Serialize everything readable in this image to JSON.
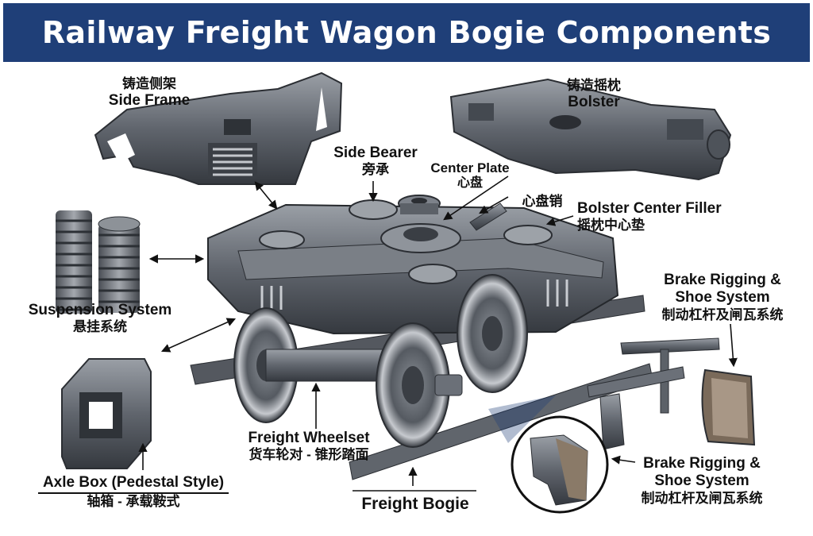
{
  "title": "Railway Freight Wagon Bogie Components",
  "labels": {
    "side_frame": {
      "zh": "铸造侧架",
      "en": "Side Frame"
    },
    "bolster": {
      "zh": "铸造摇枕",
      "en": "Bolster"
    },
    "side_bearer": {
      "en": "Side Bearer",
      "zh": "旁承"
    },
    "center_plate": {
      "en": "Center Plate",
      "zh": "心盘"
    },
    "center_pin": {
      "zh": "心盘销"
    },
    "bolster_center_filler": {
      "en": "Bolster Center Filler",
      "zh": "摇枕中心垫"
    },
    "suspension": {
      "en": "Suspension System",
      "zh": "悬挂系统"
    },
    "brake_upper": {
      "en1": "Brake Rigging &",
      "en2": "Shoe System",
      "zh": "制动杠杆及闸瓦系统"
    },
    "axle_box": {
      "en": "Axle Box (Pedestal Style)",
      "zh": "轴箱 - 承载鞍式"
    },
    "wheelset": {
      "en": "Freight Wheelset",
      "zh": "货车轮对 - 锥形踏面"
    },
    "bogie": {
      "en": "Freight Bogie"
    },
    "brake_lower": {
      "en1": "Brake Rigging &",
      "en2": "Shoe System",
      "zh": "制动杠杆及闸瓦系统"
    }
  },
  "colors": {
    "title_bg": "#1f3f78",
    "title_text": "#ffffff",
    "metal_dark": "#3b3f45",
    "metal_mid": "#6b7078",
    "metal_light": "#a9adb3"
  }
}
